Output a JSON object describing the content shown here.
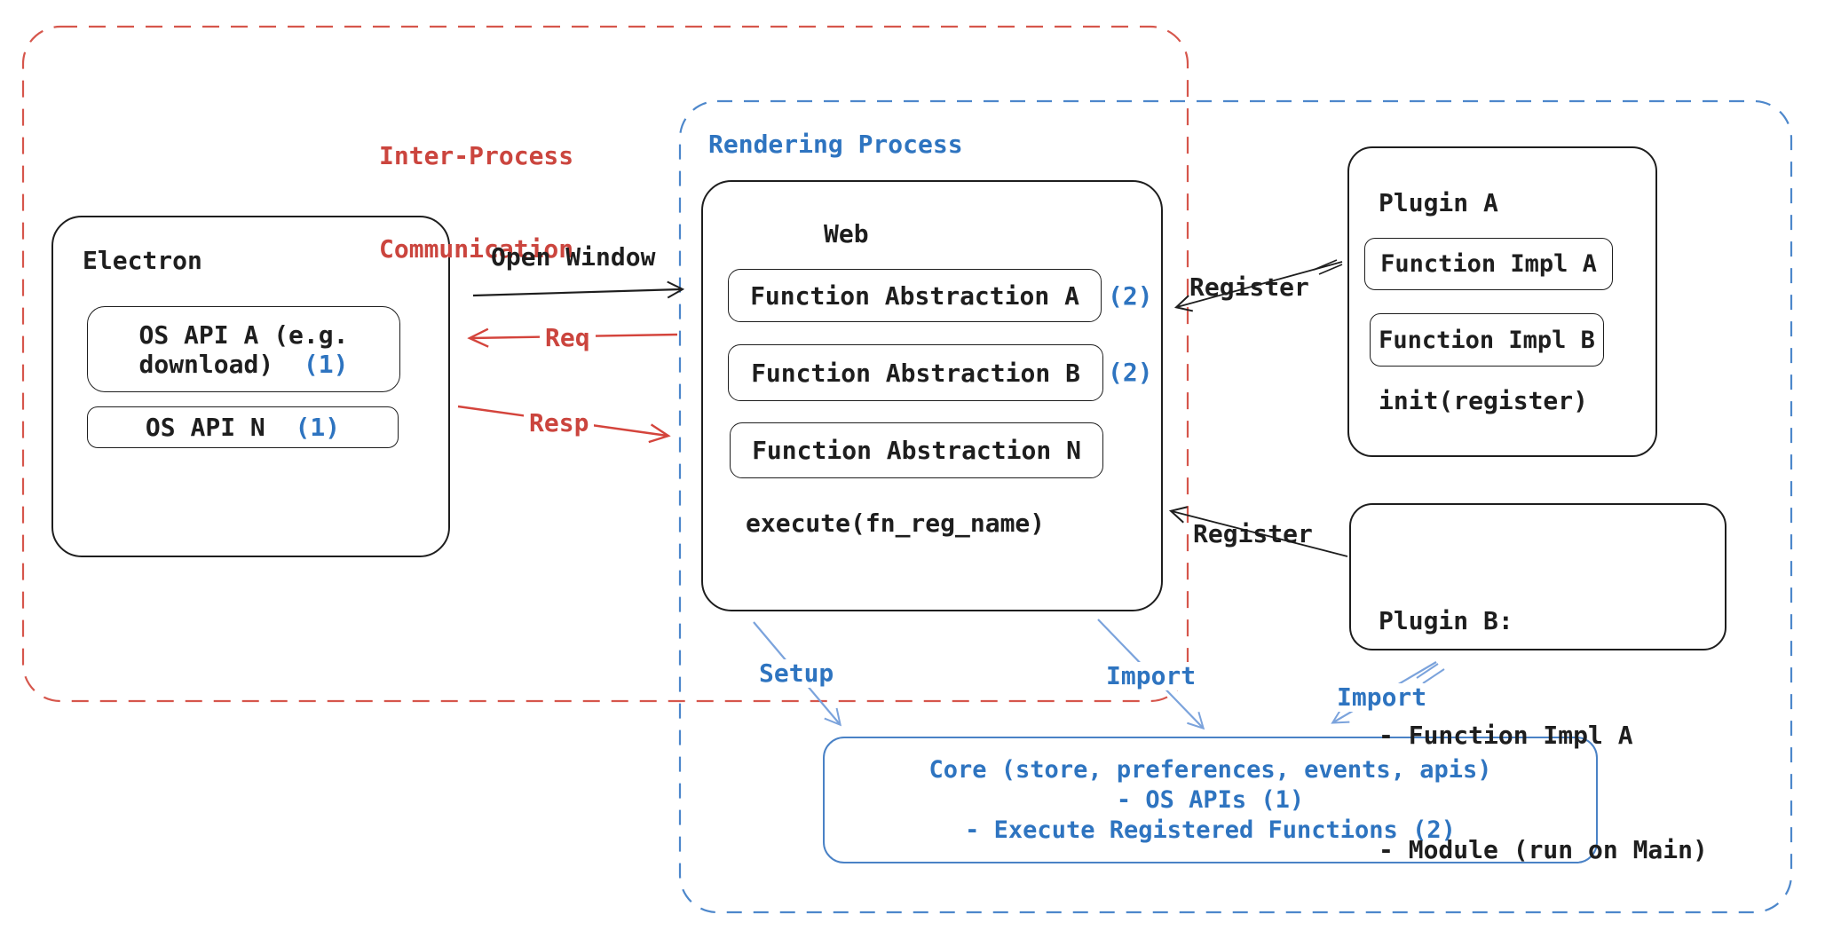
{
  "diagram": {
    "ipc_box": {
      "title_line1": "Inter-Process",
      "title_line2": "Communication"
    },
    "rendering_box": {
      "title": "Rendering Process"
    },
    "electron": {
      "title": "Electron",
      "os_api_a_line1": "OS API A (e.g.",
      "os_api_a_line2": "download)",
      "os_api_a_badge": "(1)",
      "os_api_n_label": "OS API N",
      "os_api_n_badge": "(1)"
    },
    "web": {
      "title": "Web",
      "fn_abstraction_a": "Function Abstraction A",
      "fn_abstraction_a_badge": "(2)",
      "fn_abstraction_b": "Function Abstraction B",
      "fn_abstraction_b_badge": "(2)",
      "fn_abstraction_n": "Function Abstraction N",
      "execute_label": "execute(fn_reg_name)"
    },
    "plugin_a": {
      "title": "Plugin A",
      "fn_impl_a": "Function Impl A",
      "fn_impl_b": "Function Impl B",
      "init_label": "init(register)"
    },
    "plugin_b": {
      "title": "Plugin B:",
      "item1": "- Function Impl A",
      "item2": "- Module (run on Main)"
    },
    "core": {
      "line1": "Core (store, preferences, events, apis)",
      "line2": "- OS APIs (1)",
      "line3": "- Execute Registered Functions (2)"
    },
    "arrows": {
      "open_window": "Open Window",
      "req": "Req",
      "resp": "Resp",
      "register_top": "Register",
      "register_bottom": "Register",
      "setup": "Setup",
      "import_mid": "Import",
      "import_right": "Import"
    },
    "colors": {
      "black": "#1e1e1e",
      "red": "#cb453e",
      "blue_text": "#2e74c0",
      "blue_dash": "#4d87cb",
      "blue_arrow": "#7ba3dc",
      "core_border": "#4a82c6",
      "background": "#ffffff"
    }
  }
}
